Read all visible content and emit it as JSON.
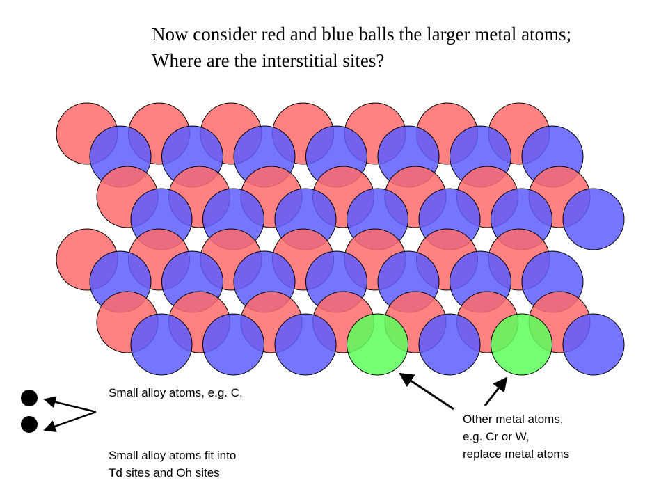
{
  "title": {
    "line1": "Now consider red and blue balls the larger metal atoms;",
    "line2": "Where are the interstitial sites?"
  },
  "labels": {
    "small_alloy": "Small alloy atoms, e.g. C,",
    "fit_line1": "Small alloy atoms fit into",
    "fit_line2": "Td sites and Oh sites",
    "other_line1": "Other metal atoms,",
    "other_line2": "e.g. Cr or W,",
    "other_line3": "replace metal atoms"
  },
  "colors": {
    "red_atom": "#ff6b6b",
    "blue_atom": "#5d5dff",
    "green_atom": "#5cff5c",
    "outline": "#000000"
  }
}
